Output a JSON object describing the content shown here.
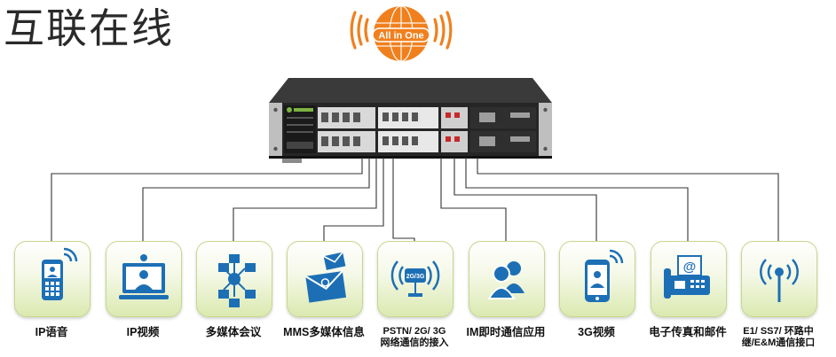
{
  "title": "互联在线",
  "logo": {
    "text": "All in One",
    "icon": "globe-wifi-icon",
    "color": "#f0801e"
  },
  "device": {
    "icon": "rack-media-gateway-icon"
  },
  "services": [
    {
      "id": "ip-voice",
      "icon": "mobile-phone-wifi-icon",
      "lines": [
        "IP语音"
      ]
    },
    {
      "id": "ip-video",
      "icon": "video-monitor-icon",
      "lines": [
        "IP视频"
      ]
    },
    {
      "id": "multimedia-conference",
      "icon": "conference-network-icon",
      "lines": [
        "多媒体会议"
      ]
    },
    {
      "id": "mms",
      "icon": "envelope-mail-icon",
      "lines": [
        "MMS多媒体信息"
      ]
    },
    {
      "id": "pstn",
      "icon": "signal-chip-icon",
      "chip": "2G/3G",
      "lines": [
        "PSTN/ 2G/ 3G",
        "网络通信的接入"
      ]
    },
    {
      "id": "im",
      "icon": "users-icon",
      "lines": [
        "IM即时通信应用"
      ]
    },
    {
      "id": "3g-video",
      "icon": "smartphone-wifi-icon",
      "lines": [
        "3G视频"
      ]
    },
    {
      "id": "fax-email",
      "icon": "fax-email-icon",
      "lines": [
        "电子传真和邮件"
      ]
    },
    {
      "id": "e1-ss7",
      "icon": "antenna-icon",
      "lines": [
        "E1/ SS7/ 环路中",
        "继/E&M通信接口"
      ]
    }
  ],
  "colors": {
    "icon_blue": "#1d6fb5",
    "accent_orange": "#f0801e",
    "line": "#333333"
  }
}
